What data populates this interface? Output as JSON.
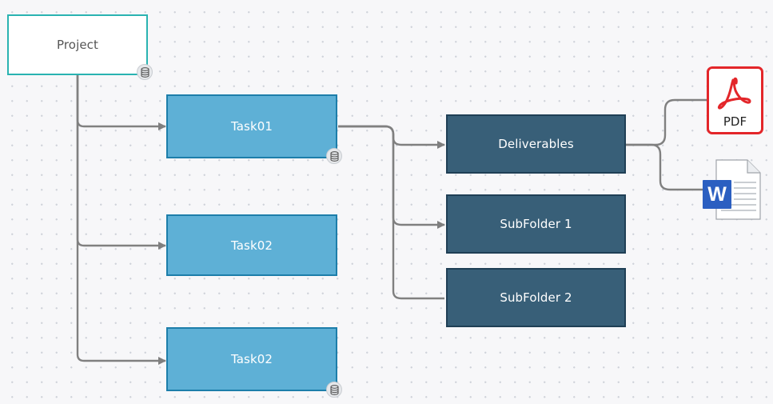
{
  "nodes": {
    "project": "Project",
    "task01": "Task01",
    "task02a": "Task02",
    "task02b": "Task02",
    "deliverables": "Deliverables",
    "subfolder1": "SubFolder 1",
    "subfolder2": "SubFolder 2"
  },
  "files": {
    "pdf_label": "PDF",
    "word_letter": "W"
  },
  "colors": {
    "project_border": "#2ab3b1",
    "task_fill": "#5eb0d6",
    "task_border": "#1d7eaa",
    "folder_fill": "#385f78",
    "connector": "#808080",
    "pdf_red": "#e3262a",
    "word_blue": "#2b5fc1"
  },
  "icons": {
    "database_badge": "database-icon",
    "pdf_file": "pdf-file-icon",
    "word_file": "word-file-icon"
  }
}
